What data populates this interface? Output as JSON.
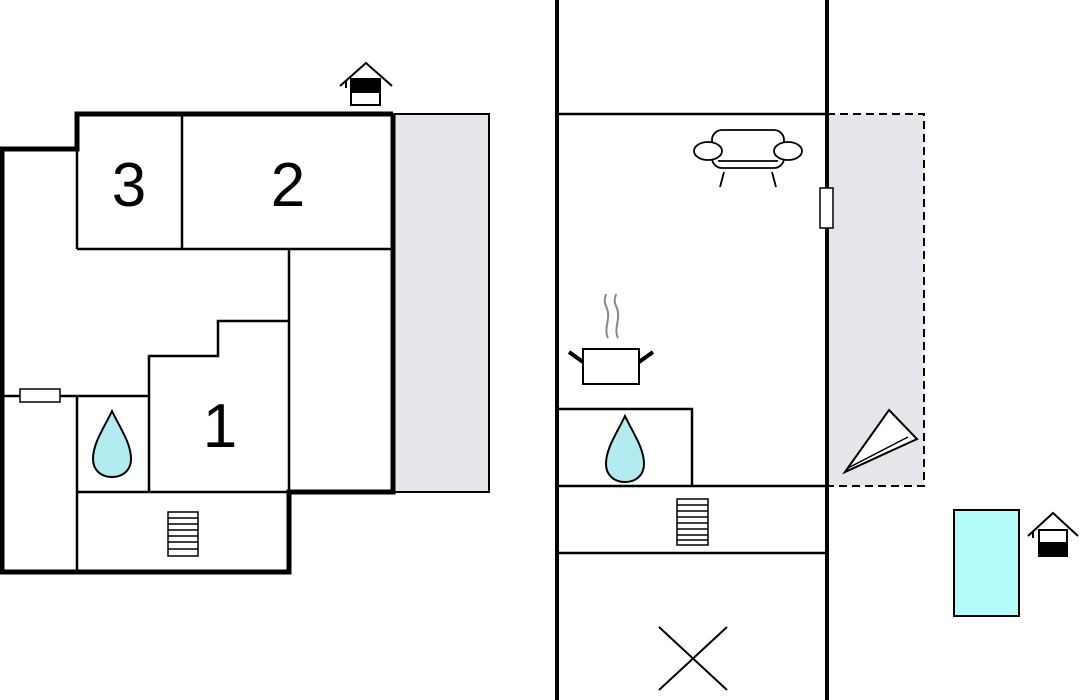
{
  "rooms": {
    "room_1": "1",
    "room_2": "2",
    "room_3": "3"
  },
  "colors": {
    "wall": "#000000",
    "terrace": "#e6e6ea",
    "water": "#b3ecf0",
    "pool": "#b3fcfc",
    "background": "#ffffff"
  },
  "icons": {
    "entrance": "entrance-house-icon",
    "water_ground": "water-drop-icon",
    "stairs_ground": "stairs-icon",
    "sofa": "sofa-icon",
    "cooking_pot": "cooking-pot-icon",
    "water_upper": "water-drop-icon",
    "stairs_upper": "stairs-icon",
    "void": "void-cross-icon",
    "sun_lounger": "sun-lounger-icon",
    "pool": "pool-icon",
    "pool_house": "pool-house-icon"
  }
}
